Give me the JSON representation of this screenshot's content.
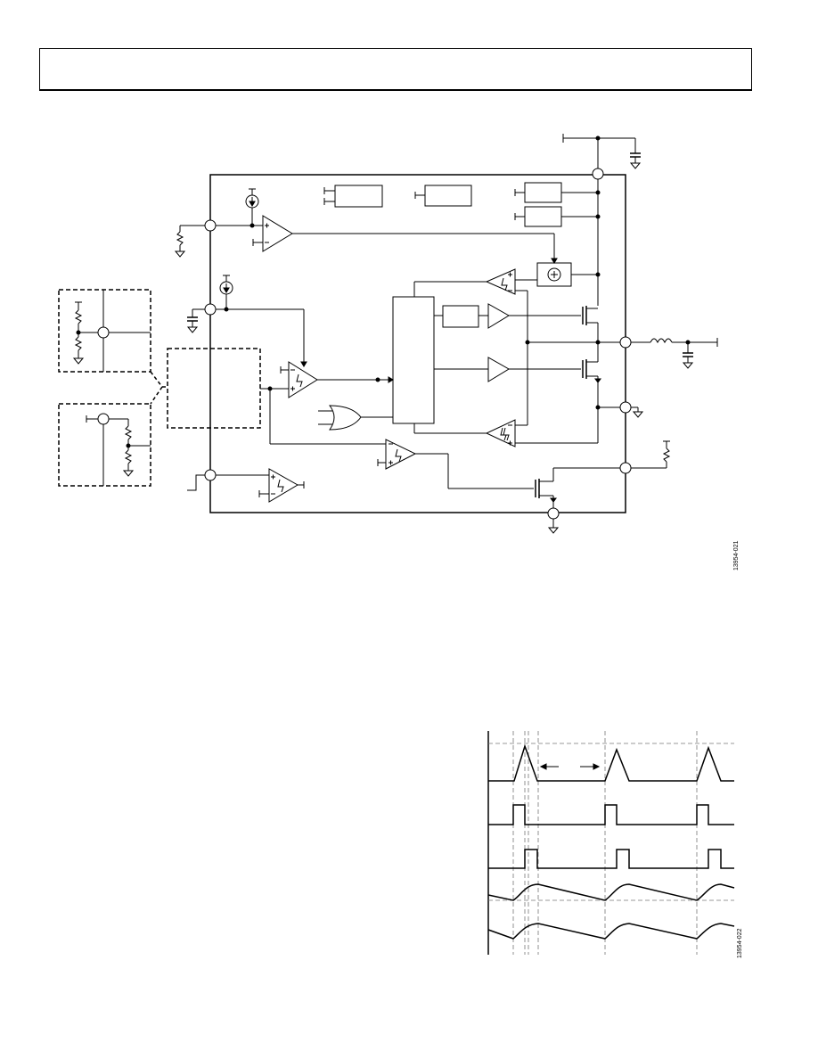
{
  "header": {
    "title": ""
  },
  "figures": [
    {
      "id": "figure-block-diagram",
      "figure_number": "13954-021"
    },
    {
      "id": "figure-timing-diagram",
      "figure_number": "13954-022"
    }
  ]
}
